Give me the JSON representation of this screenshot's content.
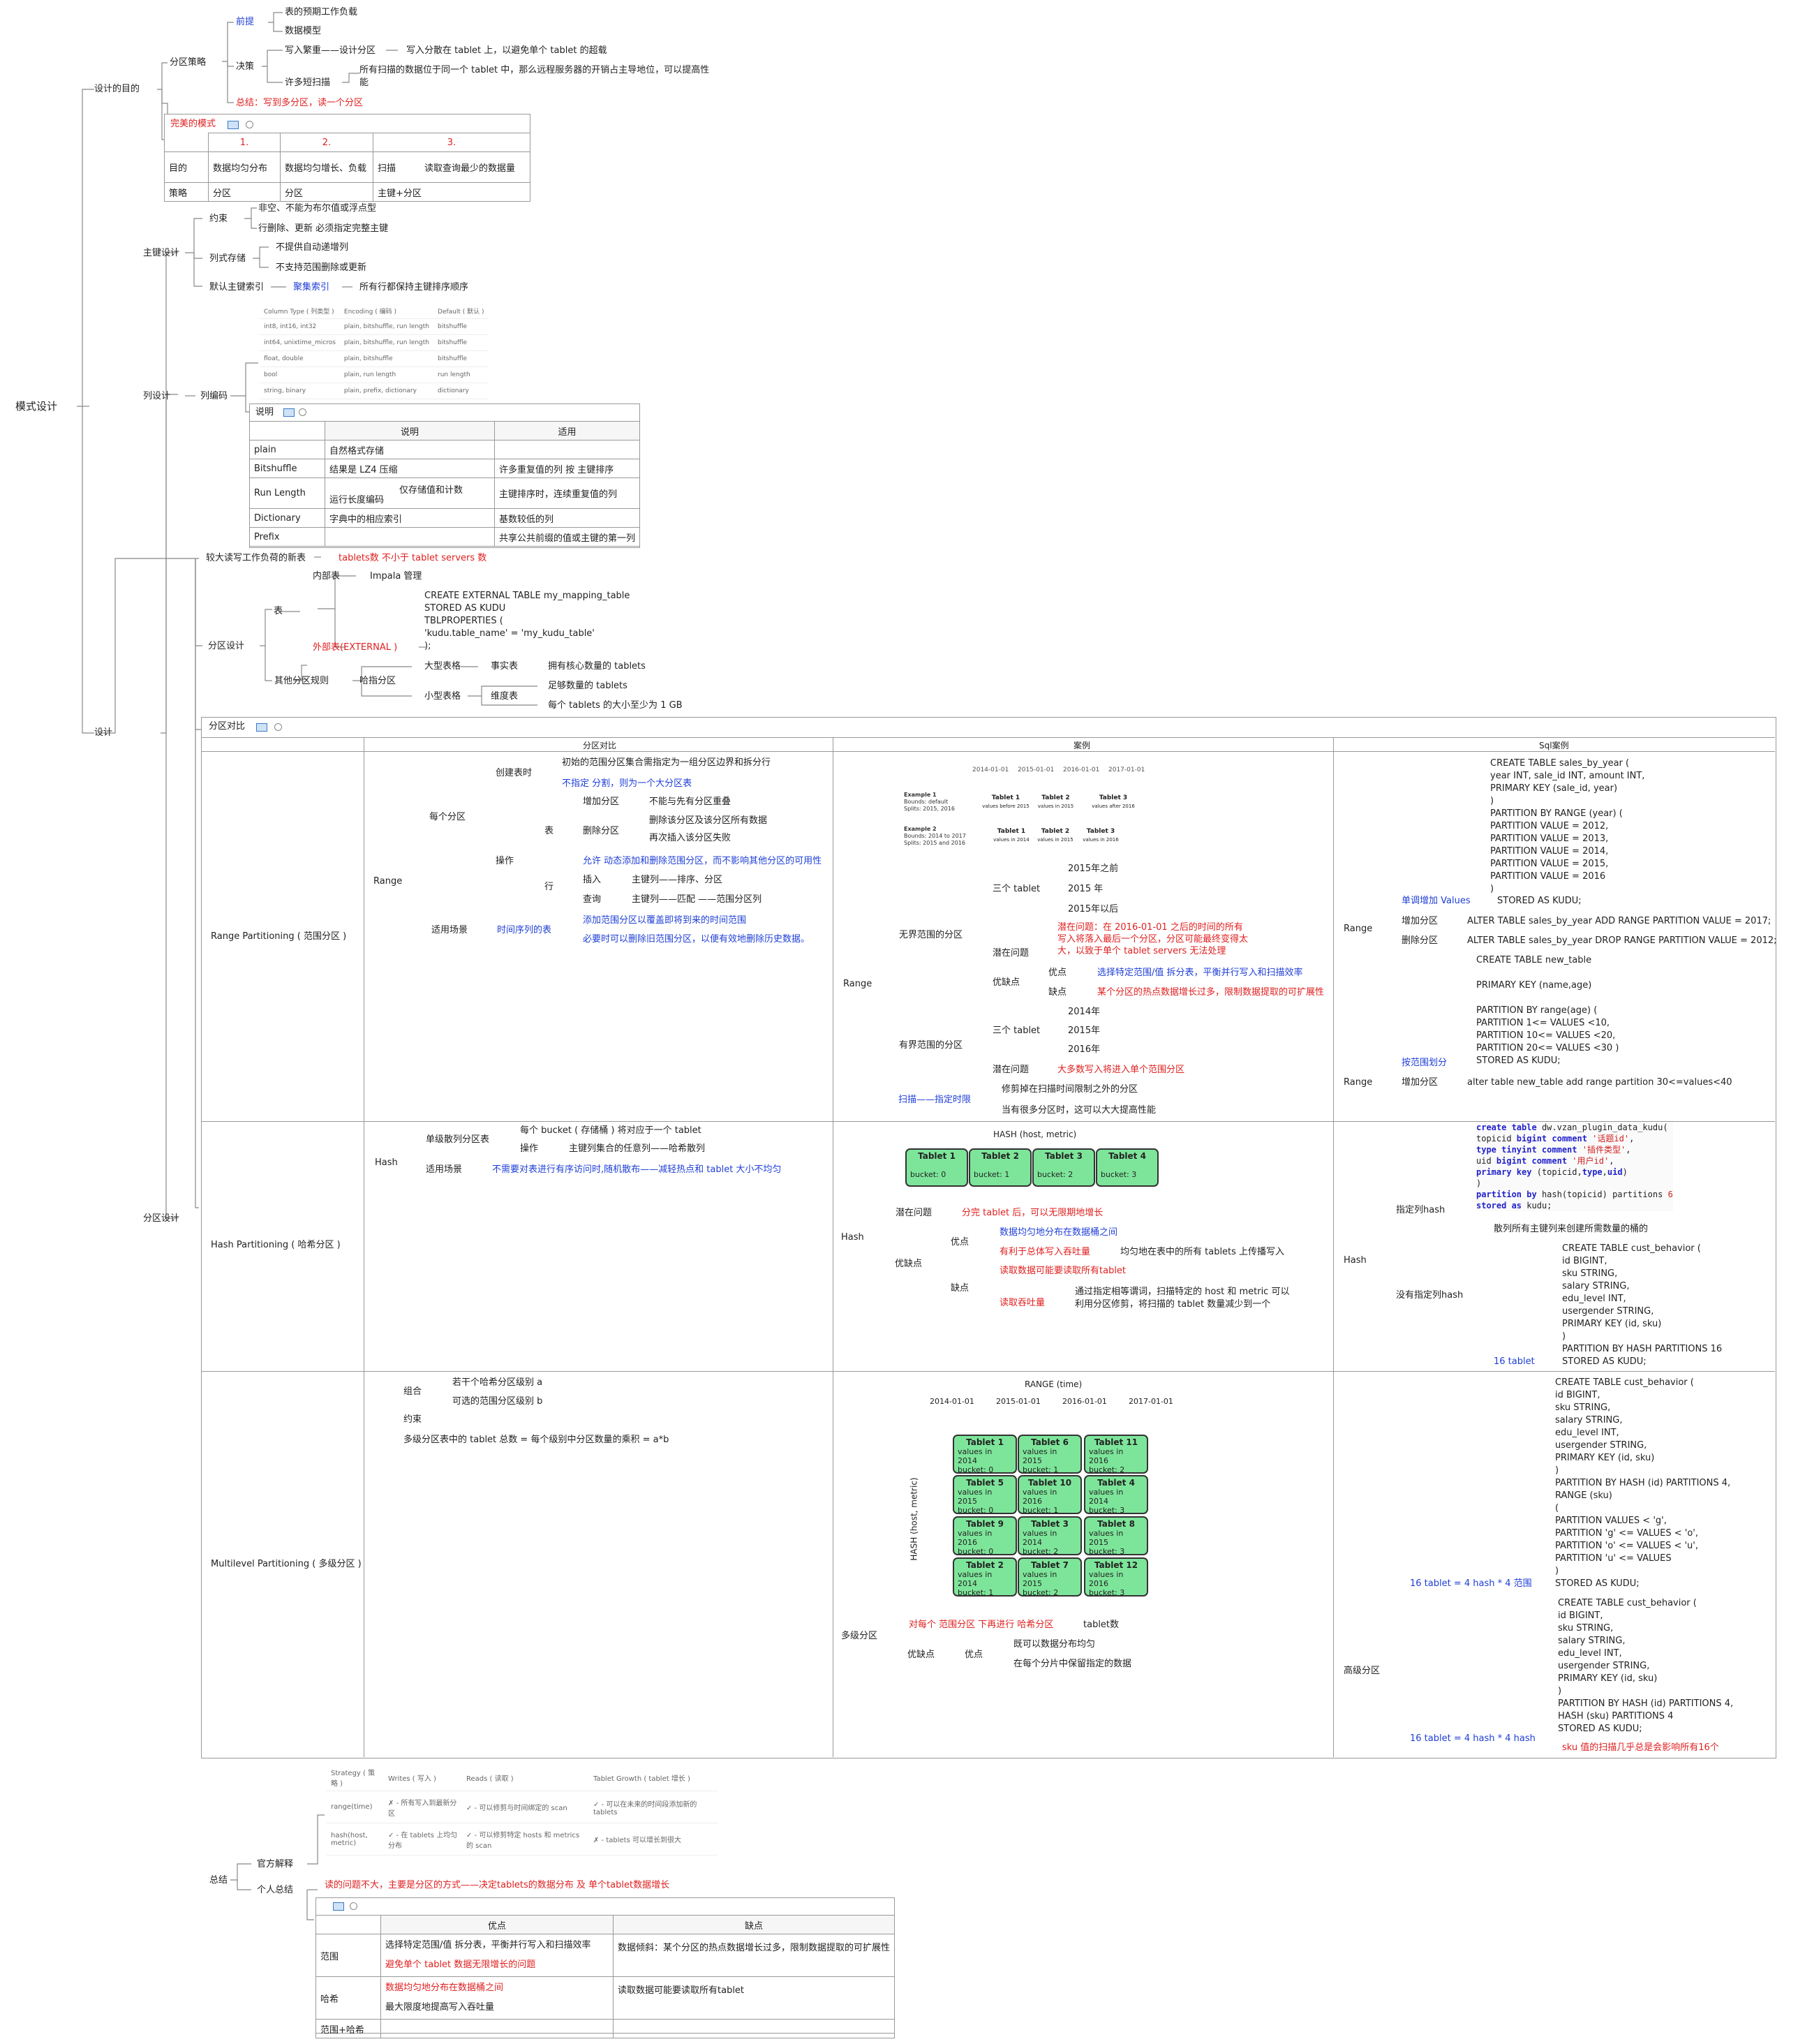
{
  "root": "模式设计",
  "goal": {
    "label": "设计的目的",
    "strategy": "分区策略",
    "premise": "前提",
    "premise_items": [
      "表的预期工作负载",
      "数据模型"
    ],
    "decision": "决策",
    "d1a": "写入繁重——设计分区",
    "d1b": "写入分散在 tablet 上，以避免单个 tablet 的超载",
    "d2a": "许多短扫描",
    "d2b1": "所有扫描的数据位于同一个 tablet 中，那么远程服务器的开销占主导地位，可以提高性",
    "d2b2": "能",
    "summary": "总结：写到多分区，读一个分区",
    "perfect": "完美的模式",
    "perfect_table": {
      "cols": [
        "1.",
        "2.",
        "3."
      ],
      "rows": [
        [
          "目的",
          "数据均匀分布",
          "数据均匀增长、负载",
          "扫描",
          "读取查询最少的数据量"
        ],
        [
          "策略",
          "分区",
          "分区",
          "主键+分区"
        ]
      ]
    }
  },
  "pk": {
    "label": "主键设计",
    "constraint": "约束",
    "c1": "非空、不能为布尔值或浮点型",
    "c2": "行删除、更新 必须指定完整主键",
    "col_store": "列式存储",
    "s1": "不提供自动递增列",
    "s2": "不支持范围删除或更新",
    "default_index": "默认主键索引",
    "idx1": "聚集索引",
    "idx2": "所有行都保持主键排序顺序"
  },
  "coldesign": {
    "label": "列设计",
    "encoding": "列编码",
    "enc_table": {
      "header": [
        "Column Type ( 列类型 )",
        "Encoding ( 编码 )",
        "Default ( 默认 )"
      ],
      "rows": [
        [
          "int8, int16, int32",
          "plain, bitshuffle, run length",
          "bitshuffle"
        ],
        [
          "int64, unixtime_micros",
          "plain, bitshuffle, run length",
          "bitshuffle"
        ],
        [
          "float, double",
          "plain, bitshuffle",
          "bitshuffle"
        ],
        [
          "bool",
          "plain, run length",
          "run length"
        ],
        [
          "string, binary",
          "plain, prefix, dictionary",
          "dictionary"
        ]
      ]
    },
    "desc_label": "说明",
    "desc_table": {
      "header": [
        "说明",
        "适用"
      ],
      "rows": [
        [
          "plain",
          "自然格式存储",
          ""
        ],
        [
          "Bitshuffle",
          "结果是 LZ4 压缩",
          "许多重复值的列 按 主键排序"
        ],
        [
          "Run Length",
          "运行长度编码",
          "主键排序时，连续重复值的列"
        ],
        [
          "Dictionary",
          "字典中的相应索引",
          "基数较低的列"
        ],
        [
          "Prefix",
          "",
          "共享公共前缀的值或主键的第一列"
        ]
      ],
      "rl_note": "仅存储值和计数"
    }
  },
  "design": {
    "label": "设计",
    "big_tables": "较大读写工作负荷的新表",
    "big_tables_note": "tablets数 不小于 tablet servers 数",
    "part_design": "分区设计",
    "table": "表",
    "inner": "内部表",
    "inner_note": "Impala 管理",
    "external_sql": [
      "CREATE EXTERNAL TABLE my_mapping_table",
      "STORED AS KUDU",
      "TBLPROPERTIES (",
      "  'kudu.table_name' = 'my_kudu_table'",
      ");"
    ],
    "external": "外部表(EXTERNAL )",
    "other_rules": "其他分区规则",
    "hash_part": "哈指分区",
    "large_table": "大型表格",
    "fact_table": "事实表",
    "fact_note": "拥有核心数量的 tablets",
    "small_table": "小型表格",
    "dim_table": "维度表",
    "dim_n1": "足够数量的 tablets",
    "dim_n2": "每个 tablets 的大小至少为 1 GB"
  },
  "compare": {
    "label": "分区对比",
    "headers": [
      "分区对比",
      "案例",
      "Sql案例"
    ],
    "range_name": "Range Partitioning ( 范围分区 )",
    "hash_name": "Hash Partitioning ( 哈希分区 )",
    "multi_name": "Multilevel Partitioning ( 多级分区 )",
    "range": {
      "range": "Range",
      "each": "每个分区",
      "create_time": "创建表时",
      "ct1": "初始的范围分区集合需指定为一组分区边界和拆分行",
      "ct2": "不指定 分割，则为一个大分区表",
      "op": "操作",
      "table": "表",
      "add": "增加分区",
      "add_note": "不能与先有分区重叠",
      "del": "删除分区",
      "del1": "删除该分区及该分区所有数据",
      "del2": "再次插入该分区失败",
      "dyn": "允许 动态添加和删除范围分区，而不影响其他分区的可用性",
      "row": "行",
      "insert": "插入",
      "insert_note": "主键列——排序、分区",
      "query": "查询",
      "query_note": "主键列——匹配 ——范围分区列",
      "scene": "适用场景",
      "scene_note": "时间序列的表",
      "s1": "添加范围分区以覆盖即将到来的时间范围",
      "s2": "必要时可以删除旧范围分区，以便有效地删除历史数据。"
    },
    "range_case": {
      "axis": [
        "2014-01-01",
        "2015-01-01",
        "2016-01-01",
        "2017-01-01"
      ],
      "ex1": "Example 1",
      "ex1_b": "Bounds: default",
      "ex1_s": "Splits: 2015, 2016",
      "ex1_t": [
        [
          "Tablet 1",
          "values before 2015"
        ],
        [
          "Tablet 2",
          "values in 2015"
        ],
        [
          "Tablet 3",
          "values after 2016"
        ]
      ],
      "ex2": "Example 2",
      "ex2_b": "Bounds: 2014 to 2017",
      "ex2_s": "Splits: 2015 and 2016",
      "ex2_t": [
        [
          "Tablet 1",
          "values in 2014"
        ],
        [
          "Tablet 2",
          "values in 2015"
        ],
        [
          "Tablet 3",
          "values in 2016"
        ]
      ],
      "range": "Range",
      "unbounded": "无界范围的分区",
      "three": "三个 tablet",
      "u_vals": [
        "2015年之前",
        "2015 年",
        "2015年以后"
      ],
      "hidden": "潜在问题",
      "hidden_note": [
        "潜在问题：在 2016-01-01 之后的时间的所有",
        "写入将落入最后一个分区，分区可能最终变得太",
        "大，以致于单个 tablet servers 无法处理"
      ],
      "proscons": "优缺点",
      "pro": "优点",
      "pro_note": "选择特定范围/值 拆分表，平衡并行写入和扫描效率",
      "con": "缺点",
      "con_note": "某个分区的热点数据增长过多，限制数据提取的可扩展性",
      "bounded": "有界范围的分区",
      "b_vals": [
        "2014年",
        "2015年",
        "2016年"
      ],
      "b_hidden": "潜在问题",
      "b_hidden_note": "大多数写入将进入单个范围分区",
      "scan": "扫描——指定时限",
      "scan1": "修剪掉在扫描时间限制之外的分区",
      "scan2": "当有很多分区时，这可以大大提高性能"
    },
    "range_sql": {
      "sql1": [
        "CREATE TABLE sales_by_year (",
        "  year INT, sale_id INT, amount INT,",
        "  PRIMARY KEY (sale_id, year)",
        ")",
        "PARTITION BY RANGE (year) (",
        "  PARTITION VALUE = 2012,",
        "  PARTITION VALUE = 2013,",
        "  PARTITION VALUE = 2014,",
        "  PARTITION VALUE = 2015,",
        "  PARTITION VALUE = 2016",
        ")"
      ],
      "range": "Range",
      "single": "单调增加 Values",
      "stored": "STORED AS KUDU;",
      "add": "增加分区",
      "add_sql": "ALTER TABLE sales_by_year ADD RANGE PARTITION VALUE = 2017;",
      "del": "删除分区",
      "del_sql": "ALTER TABLE sales_by_year DROP RANGE PARTITION VALUE = 2012;",
      "sql2": [
        "CREATE TABLE new_table",
        "",
        "PRIMARY KEY (name,age)",
        "",
        "PARTITION BY range(age) (",
        "PARTITION 1<= VALUES <10,",
        "PARTITION 10<= VALUES <20,",
        "PARTITION 20<= VALUES <30 )",
        "STORED AS KUDU;"
      ],
      "by_range": "按范围划分",
      "range2": "Range",
      "add2": "增加分区",
      "add2_sql": "alter table new_table add range partition 30<=values<40"
    },
    "hash": {
      "hash": "Hash",
      "single": "单级散列分区表",
      "single_note": "每个 bucket ( 存储桶 ) 将对应于一个 tablet",
      "op": "操作",
      "op_note": "主键列集合的任意列——哈希散列",
      "scene": "适用场景",
      "scene_note": "不需要对表进行有序访问时,随机散布——减轻热点和 tablet 大小不均匀"
    },
    "hash_case": {
      "title": "HASH (host, metric)",
      "tablets": [
        [
          "Tablet 1",
          "bucket: 0"
        ],
        [
          "Tablet 2",
          "bucket: 1"
        ],
        [
          "Tablet 3",
          "bucket: 2"
        ],
        [
          "Tablet 4",
          "bucket: 3"
        ]
      ],
      "hidden": "潜在问题",
      "hidden_note": "分完 tablet 后，可以无限期地增长",
      "hash": "Hash",
      "proscons": "优缺点",
      "pro": "优点",
      "pro1": "数据均匀地分布在数据桶之间",
      "pro2": "有利于总体写入吞吐量",
      "pro2b": "均匀地在表中的所有 tablets 上传播写入",
      "con": "缺点",
      "con1": "读取数据可能要读取所有tablet",
      "con2": "读取吞吐量",
      "con2b1": "通过指定相等谓词，扫描特定的 host 和 metric 可以",
      "con2b2": "利用分区修剪，将扫描的 tablet 数量减少到一个"
    },
    "hash_sql": {
      "code": [
        [
          [
            "kw",
            "create table"
          ],
          [
            "",
            "dw.vzan_plugin_data_kudu("
          ]
        ],
        [
          [
            "",
            "topicid "
          ],
          [
            "kw",
            "bigint comment"
          ],
          [
            "st",
            " '话题id'"
          ],
          [
            "",
            ","
          ]
        ],
        [
          [
            "kw",
            "type tinyint comment"
          ],
          [
            "st",
            " '插件类型'"
          ],
          [
            "",
            ","
          ]
        ],
        [
          [
            "",
            "uid "
          ],
          [
            "kw",
            "bigint comment"
          ],
          [
            "st",
            " '用户id'"
          ],
          [
            "",
            ","
          ]
        ],
        [
          [
            "kw",
            "primary key"
          ],
          [
            "",
            "(topicid,"
          ],
          [
            "kw",
            "type"
          ],
          [
            "",
            ","
          ],
          [
            "kw",
            "uid"
          ],
          [
            "",
            ")"
          ]
        ],
        [
          [
            "",
            ")"
          ]
        ],
        [
          [
            "kw",
            "partition by"
          ],
          [
            "",
            "hash(topicid) partitions "
          ],
          [
            "st",
            "6"
          ]
        ],
        [
          [
            "kw",
            "stored as"
          ],
          [
            "",
            "kudu;"
          ]
        ]
      ],
      "hash": "Hash",
      "specified": "指定列hash",
      "default_note": "散列所有主键列来创建所需数量的桶的",
      "none": "没有指定列hash",
      "sql": [
        "CREATE TABLE cust_behavior (",
        "  id BIGINT,",
        "  sku STRING,",
        "  salary STRING,",
        "  edu_level INT,",
        "  usergender STRING,",
        "  PRIMARY KEY (id, sku)",
        ")",
        "PARTITION BY HASH PARTITIONS 16",
        "STORED AS KUDU;"
      ],
      "tablets": "16 tablet"
    },
    "multi": {
      "combine": "组合",
      "c1": "若干个哈希分区级别 a",
      "c2": "可选的范围分区级别 b",
      "constraint": "约束",
      "formula": "多级分区表中的 tablet 总数 = 每个级别中分区数量的乘积 = a*b"
    },
    "multi_case": {
      "title": "RANGE (time)",
      "axis": [
        "2014-01-01",
        "2015-01-01",
        "2016-01-01",
        "2017-01-01"
      ],
      "yaxis": "HASH (host, metric)",
      "tablets": [
        [
          "Tablet 1",
          "values in 2014",
          "bucket: 0"
        ],
        [
          "Tablet 5",
          "values in 2015",
          "bucket: 0"
        ],
        [
          "Tablet 9",
          "values in 2016",
          "bucket: 0"
        ],
        [
          "Tablet 2",
          "values in 2014",
          "bucket: 1"
        ],
        [
          "Tablet 6",
          "values in 2015",
          "bucket: 1"
        ],
        [
          "Tablet 10",
          "values in 2016",
          "bucket: 1"
        ],
        [
          "Tablet 3",
          "values in 2014",
          "bucket: 2"
        ],
        [
          "Tablet 7",
          "values in 2015",
          "bucket: 2"
        ],
        [
          "Tablet 11",
          "values in 2016",
          "bucket: 2"
        ],
        [
          "Tablet 4",
          "values in 2014",
          "bucket: 3"
        ],
        [
          "Tablet 8",
          "values in 2015",
          "bucket: 3"
        ],
        [
          "Tablet 12",
          "values in 2016",
          "bucket: 3"
        ]
      ],
      "multi": "多级分区",
      "each": "对每个 范围分区 下再进行 哈希分区",
      "count": "tablet数",
      "proscons": "优缺点",
      "pro": "优点",
      "pro1": "既可以数据分布均匀",
      "pro2": "在每个分片中保留指定的数据"
    },
    "multi_sql": {
      "sql1": [
        "CREATE TABLE cust_behavior (",
        "  id BIGINT,",
        "  sku STRING,",
        "  salary STRING,",
        "  edu_level INT,",
        "  usergender STRING,",
        "  PRIMARY KEY (id, sku)",
        ")",
        "PARTITION BY HASH (id) PARTITIONS 4,",
        "RANGE (sku)",
        "(",
        "  PARTITION VALUES < 'g',",
        "  PARTITION 'g' <= VALUES < 'o',",
        "  PARTITION 'o' <= VALUES < 'u',",
        "  PARTITION 'u' <= VALUES",
        ")",
        "STORED AS KUDU;"
      ],
      "t1": "16 tablet = 4 hash * 4 范围",
      "high": "高级分区",
      "sql2": [
        "CREATE TABLE cust_behavior (",
        "  id BIGINT,",
        "  sku STRING,",
        "  salary STRING,",
        "  edu_level INT,",
        "  usergender STRING,",
        "  PRIMARY KEY (id, sku)",
        ")",
        "PARTITION BY HASH (id) PARTITIONS 4,",
        "      HASH (sku) PARTITIONS 4",
        "STORED AS KUDU;"
      ],
      "t2": "16 tablet = 4 hash * 4 hash",
      "t2_note": "sku 值的扫描几乎总是会影响所有16个"
    }
  },
  "summary": {
    "label": "总结",
    "official": "官方解释",
    "off_table": {
      "header": [
        "Strategy ( 策略 )",
        "Writes ( 写入 )",
        "Reads ( 读取 )",
        "Tablet Growth ( tablet 增长 )"
      ],
      "rows": [
        [
          "range(time)",
          "✗ - 所有写入到最新分区",
          "✓ - 可以修剪与时间绑定的 scan",
          "✓ - 可以在未来的时间段添加新的 tablets"
        ],
        [
          "hash(host, metric)",
          "✓ - 在 tablets 上均匀分布",
          "✓ - 可以修剪特定 hosts 和 metrics 的 scan",
          "✗ - tablets 可以增长到很大"
        ]
      ]
    },
    "personal": "个人总结",
    "personal_note": "读的问题不大，主要是分区的方式——决定tablets的数据分布 及 单个tablet数据增长",
    "pers_table": {
      "header": [
        "优点",
        "缺点"
      ],
      "range": "范围",
      "range_pro1": "选择特定范围/值 拆分表，平衡并行写入和扫描效率",
      "range_pro2": "避免单个 tablet 数据无限增长的问题",
      "range_con": "数据倾斜：某个分区的热点数据增长过多，限制数据提取的可扩展性",
      "hash": "哈希",
      "hash_pro1": "数据均匀地分布在数据桶之间",
      "hash_pro2": "最大限度地提高写入吞吐量",
      "hash_con": "读取数据可能要读取所有tablet",
      "both": "范围+哈希"
    }
  }
}
